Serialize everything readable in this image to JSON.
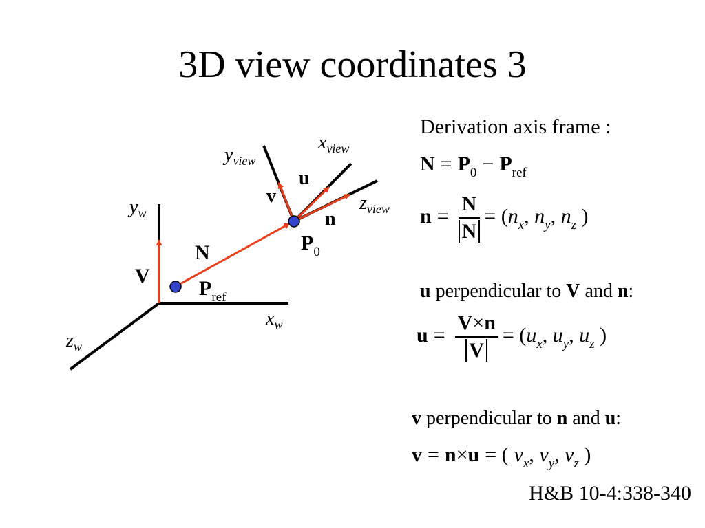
{
  "slide": {
    "title": "3D view coordinates 3",
    "footer": "H&B 10-4:338-340"
  },
  "colors": {
    "vector": "#e8401c",
    "point_fill": "#3344cc",
    "axis": "#000000"
  },
  "diagram": {
    "yw_letter": "y",
    "yw_sub": "w",
    "xw_letter": "x",
    "xw_sub": "w",
    "zw_letter": "z",
    "zw_sub": "w",
    "yview_letter": "y",
    "yview_sub": "view",
    "xview_letter": "x",
    "xview_sub": "view",
    "zview_letter": "z",
    "zview_sub": "view",
    "V": "V",
    "N": "N",
    "u": "u",
    "v": "v",
    "n": "n",
    "pref_main": "P",
    "pref_sub": "ref",
    "p0_main": "P",
    "p0_sub": "0"
  },
  "derivation": {
    "heading": "Derivation  axis frame :",
    "eq1": {
      "lhs": "N",
      "eq": "=",
      "p0": "P",
      "p0_sub": "0",
      "minus": "−",
      "pref": "P",
      "pref_sub": "ref"
    },
    "eq2": {
      "lhs": "n",
      "eq": "=",
      "num": "N",
      "den": "N",
      "eq_b": "= (",
      "x1": "n",
      "s1": "x",
      "x2": "n",
      "s2": "y",
      "x3": "n",
      "s3": "z",
      "close": ")"
    },
    "u_line": {
      "b1": "u",
      "t1": "perpendicular to",
      "b2": "V",
      "t2": "and",
      "b3": "n",
      "colon": ":"
    },
    "eq3": {
      "lhs": "u",
      "eq": "=",
      "num_a": "V",
      "times": "×",
      "num_b": "n",
      "den": "V",
      "eq_b": "= (",
      "x1": "u",
      "s1": "x",
      "x2": "u",
      "s2": "y",
      "x3": "u",
      "s3": "z",
      "close": ")"
    },
    "v_line": {
      "b1": "v",
      "t1": "perpendicular to",
      "b2": "n",
      "t2": "and",
      "b3": "u",
      "colon": ":"
    },
    "eq4": {
      "lhs": "v",
      "eq": "=",
      "a": "n",
      "times": "×",
      "b": "u",
      "eq_b": "= (",
      "x1": "v",
      "s1": "x",
      "x2": "v",
      "s2": "y",
      "x3": "v",
      "s3": "z",
      "close": ")"
    }
  }
}
